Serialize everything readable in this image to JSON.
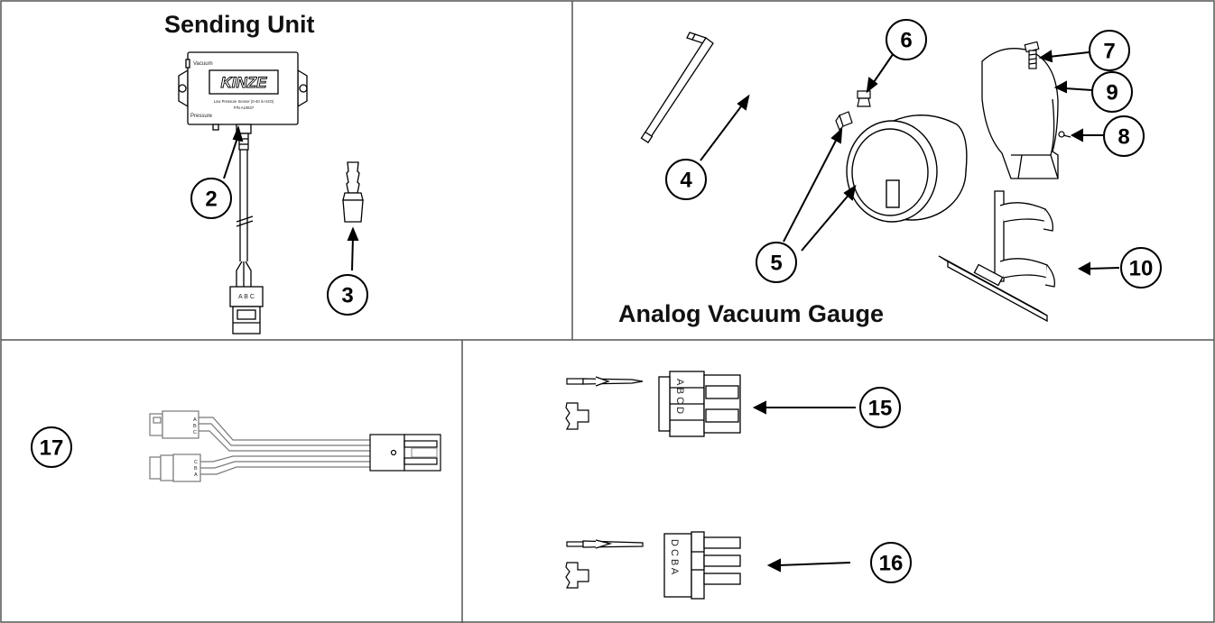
{
  "panels": {
    "sending_unit": {
      "title": "Sending Unit"
    },
    "analog_gauge": {
      "title": "Analog Vacuum Gauge"
    }
  },
  "sensor": {
    "brand": "KINZE",
    "line1": "Low Pressure Sensor (0-40 in H2O)",
    "line2": "P/N A10837",
    "port_top": "Vacuum",
    "port_bottom": "Pressure",
    "pins": "A B C"
  },
  "callouts": {
    "c2": "2",
    "c3": "3",
    "c4": "4",
    "c5": "5",
    "c6": "6",
    "c7": "7",
    "c8": "8",
    "c9": "9",
    "c10": "10",
    "c15": "15",
    "c16": "16",
    "c17": "17"
  },
  "harness": {
    "plug_top_pins": [
      "A",
      "B",
      "C"
    ],
    "plug_bottom_pins": [
      "C",
      "B",
      "A"
    ]
  },
  "connector15": {
    "pins": "A B C D"
  },
  "connector16": {
    "pins": "D C B A"
  },
  "colors": {
    "line": "#000000",
    "border": "#555555",
    "background": "#ffffff"
  }
}
